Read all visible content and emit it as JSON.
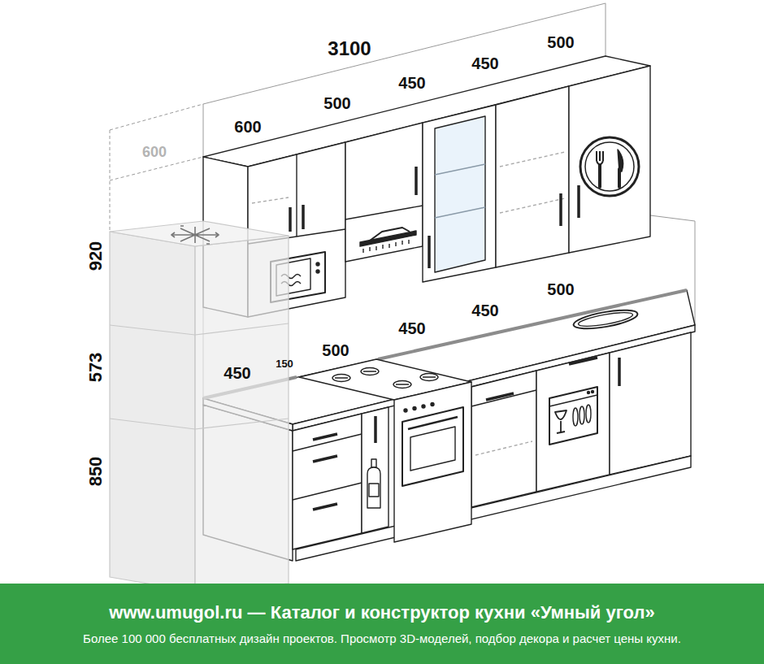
{
  "diagram": {
    "nodes": [
      {
        "text": [
          "www.umugol.ru — Каталог и конструктор кухни «Умный угол»",
          "Более 100 000 бесплатных дизайн проектов. Просмотр 3D-моделей, подбор декора и расчет цены кухни."
        ]
      }
    ],
    "labels": [
      "3100",
      "600",
      "500",
      "450",
      "450",
      "500",
      "600",
      "920",
      "573",
      "850",
      "450",
      "150",
      "500",
      "450",
      "450",
      "500"
    ]
  }
}
